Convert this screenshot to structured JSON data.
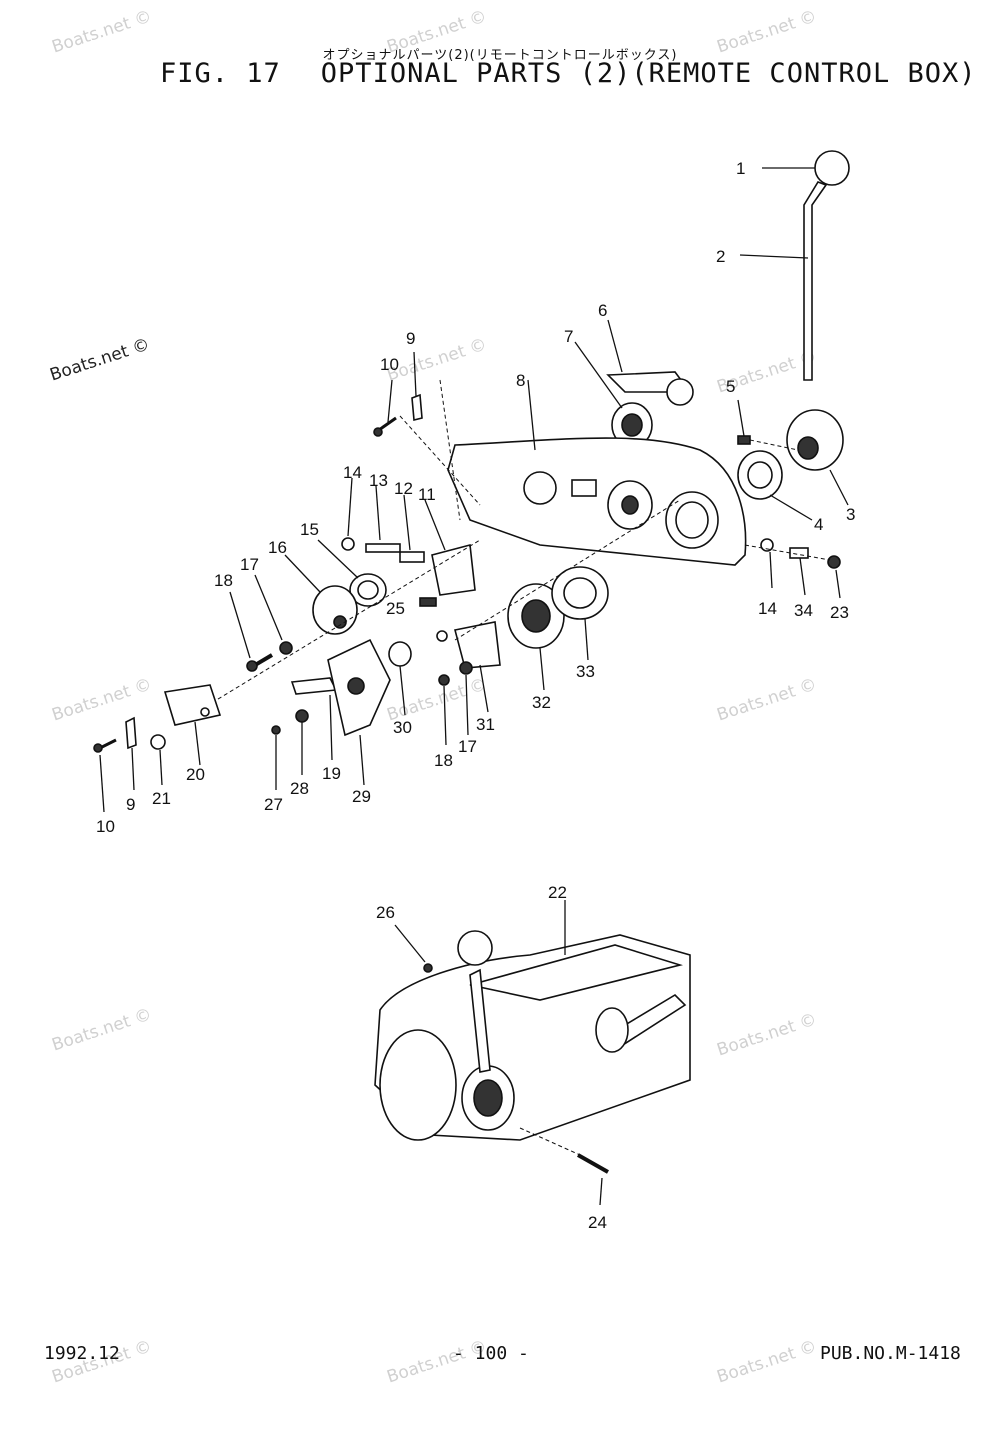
{
  "header": {
    "subtitle_jp": "オプショナルパーツ(2)(リモートコントロールボックス)",
    "fig_label": "FIG. 17",
    "title": "OPTIONAL PARTS (2)(REMOTE CONTROL BOX)"
  },
  "watermark": "Boats.net ©",
  "callouts": [
    "1",
    "2",
    "3",
    "4",
    "5",
    "6",
    "7",
    "8",
    "9",
    "10",
    "11",
    "12",
    "13",
    "14",
    "15",
    "16",
    "17",
    "18",
    "19",
    "20",
    "21",
    "22",
    "23",
    "24",
    "25",
    "26",
    "27",
    "28",
    "29",
    "30",
    "31",
    "32",
    "33",
    "34"
  ],
  "footer": {
    "date": "1992.12",
    "page": "- 100 -",
    "pub": "PUB.NO.M-1418"
  }
}
